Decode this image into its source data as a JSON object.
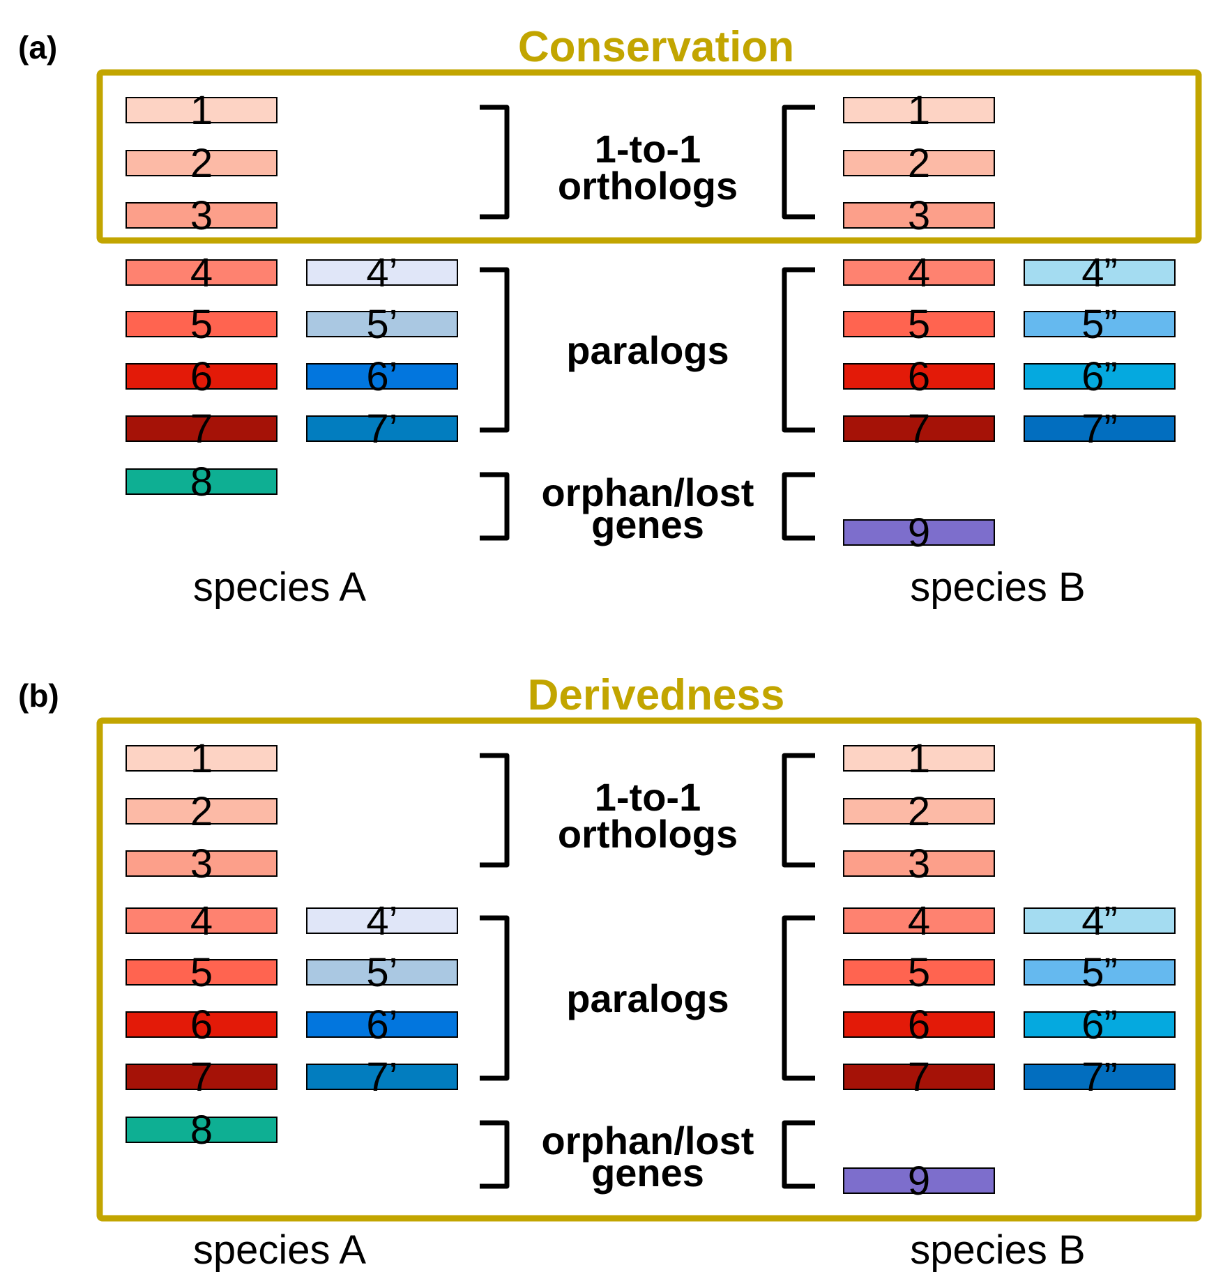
{
  "accent_color": "#C2A500",
  "panels": [
    {
      "letter": "(a)",
      "title": "Conservation",
      "highlight": "orthologs",
      "species_a_label": "species A",
      "species_b_label": "species B"
    },
    {
      "letter": "(b)",
      "title": "Derivedness",
      "highlight": "all",
      "species_a_label": "species A",
      "species_b_label": "species B"
    }
  ],
  "categories": [
    {
      "id": "orthologs",
      "lines": [
        "1-to-1",
        "orthologs"
      ]
    },
    {
      "id": "paralogs",
      "lines": [
        "paralogs"
      ]
    },
    {
      "id": "orphans",
      "lines": [
        "orphan/lost",
        "genes"
      ]
    }
  ],
  "species_a": {
    "genes": [
      {
        "label": "1",
        "row": 0,
        "col": 0,
        "color": "#FDD3C4"
      },
      {
        "label": "2",
        "row": 1,
        "col": 0,
        "color": "#FCBAA6"
      },
      {
        "label": "3",
        "row": 2,
        "col": 0,
        "color": "#FC9F8A"
      },
      {
        "label": "4",
        "row": 3,
        "col": 0,
        "color": "#FE8270"
      },
      {
        "label": "5",
        "row": 4,
        "col": 0,
        "color": "#FF6450"
      },
      {
        "label": "6",
        "row": 5,
        "col": 0,
        "color": "#E31A08"
      },
      {
        "label": "7",
        "row": 6,
        "col": 0,
        "color": "#A51207"
      },
      {
        "label": "8",
        "row": 7,
        "col": 0,
        "color": "#0EAF93"
      },
      {
        "label": "4’",
        "row": 3,
        "col": 1,
        "color": "#E0E6F8"
      },
      {
        "label": "5’",
        "row": 4,
        "col": 1,
        "color": "#AAC8E2"
      },
      {
        "label": "6’",
        "row": 5,
        "col": 1,
        "color": "#0276DE"
      },
      {
        "label": "7’",
        "row": 6,
        "col": 1,
        "color": "#027DBF"
      }
    ]
  },
  "species_b": {
    "genes": [
      {
        "label": "1",
        "row": 0,
        "col": 0,
        "color": "#FDD3C4"
      },
      {
        "label": "2",
        "row": 1,
        "col": 0,
        "color": "#FCBAA6"
      },
      {
        "label": "3",
        "row": 2,
        "col": 0,
        "color": "#FC9F8A"
      },
      {
        "label": "4",
        "row": 3,
        "col": 0,
        "color": "#FE8270"
      },
      {
        "label": "5",
        "row": 4,
        "col": 0,
        "color": "#FF6450"
      },
      {
        "label": "6",
        "row": 5,
        "col": 0,
        "color": "#E31A08"
      },
      {
        "label": "7",
        "row": 6,
        "col": 0,
        "color": "#A51207"
      },
      {
        "label": "9",
        "row": 8,
        "col": 0,
        "color": "#7D6ECC"
      },
      {
        "label": "4”",
        "row": 3,
        "col": 1,
        "color": "#A4DCF1"
      },
      {
        "label": "5”",
        "row": 4,
        "col": 1,
        "color": "#65B9EF"
      },
      {
        "label": "6”",
        "row": 5,
        "col": 1,
        "color": "#05A9DF"
      },
      {
        "label": "7”",
        "row": 6,
        "col": 1,
        "color": "#026EBF"
      }
    ]
  }
}
